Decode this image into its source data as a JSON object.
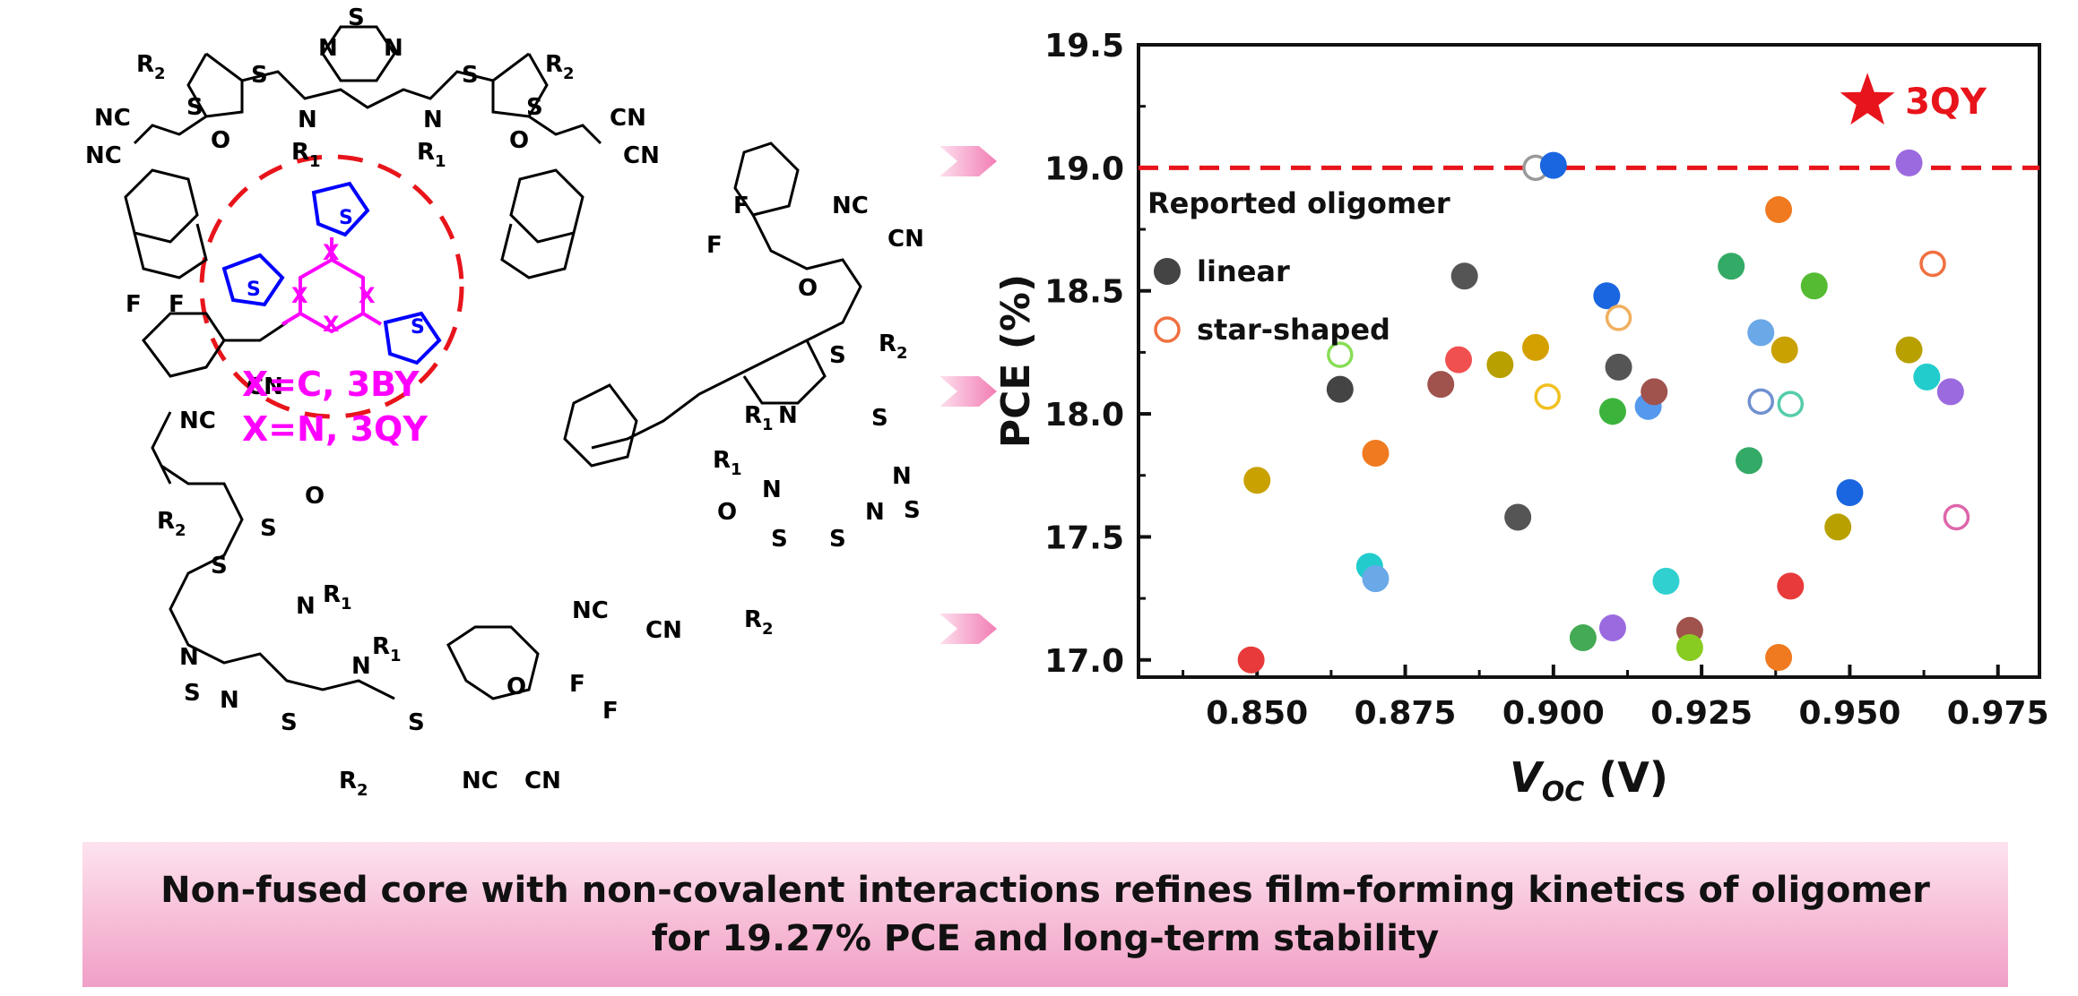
{
  "molecule": {
    "labels": {
      "S": "S",
      "N": "N",
      "R1": "R",
      "R2": "R",
      "sub1": "1",
      "sub2": "2",
      "CN": "CN",
      "NC": "NC",
      "O": "O",
      "F": "F",
      "X": "X"
    },
    "variants": [
      "X=C, 3BY",
      "X=N, 3QY"
    ],
    "colors": {
      "core": "#ff00ff",
      "thiophene": "#0000ff",
      "circle": "#e8141b",
      "bonds": "#000000"
    }
  },
  "chart_data": {
    "type": "scatter",
    "xlabel_main": "V",
    "xlabel_sub": "OC",
    "xlabel_unit": " (V)",
    "ylabel": "PCE (%)",
    "xlim": [
      0.83,
      0.982
    ],
    "ylim": [
      16.93,
      19.5
    ],
    "xticks": [
      0.85,
      0.875,
      0.9,
      0.925,
      0.95,
      0.975
    ],
    "xtick_labels": [
      "0.850",
      "0.875",
      "0.900",
      "0.925",
      "0.950",
      "0.975"
    ],
    "yticks": [
      17.0,
      17.5,
      18.0,
      18.5,
      19.0,
      19.5
    ],
    "ytick_labels": [
      "17.0",
      "17.5",
      "18.0",
      "18.5",
      "19.0",
      "19.5"
    ],
    "reference_line": {
      "y": 19.0,
      "style": "dashed",
      "color": "#e8141b"
    },
    "legend_title": "Reported oligomer",
    "legend": [
      {
        "label": "linear",
        "marker": "filled",
        "color": "#444444"
      },
      {
        "label": "star-shaped",
        "marker": "open",
        "color": "#f07040"
      }
    ],
    "highlight": {
      "label": "3QY",
      "x": 0.956,
      "y": 19.27,
      "marker": "star",
      "color": "#e8141b"
    },
    "points": [
      {
        "x": 0.849,
        "y": 17.0,
        "c": "#e83a3a",
        "filled": true
      },
      {
        "x": 0.85,
        "y": 17.73,
        "c": "#c9a100",
        "filled": true
      },
      {
        "x": 0.864,
        "y": 18.1,
        "c": "#444444",
        "filled": true
      },
      {
        "x": 0.864,
        "y": 18.24,
        "c": "#88dd55",
        "filled": false
      },
      {
        "x": 0.869,
        "y": 17.38,
        "c": "#22cccc",
        "filled": true
      },
      {
        "x": 0.87,
        "y": 17.33,
        "c": "#6aa8e8",
        "filled": true
      },
      {
        "x": 0.87,
        "y": 17.84,
        "c": "#f07a20",
        "filled": true
      },
      {
        "x": 0.881,
        "y": 18.12,
        "c": "#a0524d",
        "filled": true
      },
      {
        "x": 0.884,
        "y": 18.22,
        "c": "#f05050",
        "filled": true
      },
      {
        "x": 0.885,
        "y": 18.56,
        "c": "#555555",
        "filled": true
      },
      {
        "x": 0.891,
        "y": 18.2,
        "c": "#b8a000",
        "filled": true
      },
      {
        "x": 0.894,
        "y": 17.58,
        "c": "#555555",
        "filled": true
      },
      {
        "x": 0.897,
        "y": 18.27,
        "c": "#d4a000",
        "filled": true
      },
      {
        "x": 0.897,
        "y": 19.0,
        "c": "#999999",
        "filled": false
      },
      {
        "x": 0.899,
        "y": 18.07,
        "c": "#f0c020",
        "filled": false
      },
      {
        "x": 0.9,
        "y": 19.01,
        "c": "#1a66e0",
        "filled": true
      },
      {
        "x": 0.905,
        "y": 17.09,
        "c": "#44aa55",
        "filled": true
      },
      {
        "x": 0.909,
        "y": 18.48,
        "c": "#1a66e0",
        "filled": true
      },
      {
        "x": 0.91,
        "y": 18.01,
        "c": "#3cb43c",
        "filled": true
      },
      {
        "x": 0.91,
        "y": 17.13,
        "c": "#9b6adf",
        "filled": true
      },
      {
        "x": 0.911,
        "y": 18.19,
        "c": "#555555",
        "filled": true
      },
      {
        "x": 0.911,
        "y": 18.39,
        "c": "#f0b060",
        "filled": false
      },
      {
        "x": 0.916,
        "y": 18.03,
        "c": "#5599ee",
        "filled": true
      },
      {
        "x": 0.917,
        "y": 18.09,
        "c": "#a0524d",
        "filled": true
      },
      {
        "x": 0.919,
        "y": 17.32,
        "c": "#30d0d0",
        "filled": true
      },
      {
        "x": 0.923,
        "y": 17.12,
        "c": "#a0524d",
        "filled": true
      },
      {
        "x": 0.923,
        "y": 17.05,
        "c": "#88cc22",
        "filled": true
      },
      {
        "x": 0.93,
        "y": 18.6,
        "c": "#33aa66",
        "filled": true
      },
      {
        "x": 0.933,
        "y": 17.81,
        "c": "#33aa66",
        "filled": true
      },
      {
        "x": 0.935,
        "y": 18.33,
        "c": "#6aa8e8",
        "filled": true
      },
      {
        "x": 0.935,
        "y": 18.05,
        "c": "#7090d0",
        "filled": false
      },
      {
        "x": 0.938,
        "y": 18.83,
        "c": "#f07a20",
        "filled": true
      },
      {
        "x": 0.938,
        "y": 17.01,
        "c": "#f07a20",
        "filled": true
      },
      {
        "x": 0.939,
        "y": 18.26,
        "c": "#c9a100",
        "filled": true
      },
      {
        "x": 0.94,
        "y": 18.04,
        "c": "#55ccaa",
        "filled": false
      },
      {
        "x": 0.94,
        "y": 17.3,
        "c": "#e83a3a",
        "filled": true
      },
      {
        "x": 0.944,
        "y": 18.52,
        "c": "#55bb33",
        "filled": true
      },
      {
        "x": 0.948,
        "y": 17.54,
        "c": "#b8a000",
        "filled": true
      },
      {
        "x": 0.95,
        "y": 17.68,
        "c": "#1a66e0",
        "filled": true
      },
      {
        "x": 0.96,
        "y": 19.02,
        "c": "#9b6adf",
        "filled": true
      },
      {
        "x": 0.96,
        "y": 18.26,
        "c": "#b8a000",
        "filled": true
      },
      {
        "x": 0.963,
        "y": 18.15,
        "c": "#22cccc",
        "filled": true
      },
      {
        "x": 0.964,
        "y": 18.61,
        "c": "#f07040",
        "filled": false
      },
      {
        "x": 0.967,
        "y": 18.09,
        "c": "#9b6adf",
        "filled": true
      },
      {
        "x": 0.968,
        "y": 17.58,
        "c": "#dd66aa",
        "filled": false
      }
    ]
  },
  "banner": {
    "line1": "Non-fused core with non-covalent interactions refines film-forming kinetics of oligomer",
    "line2": "for 19.27% PCE and long-term stability"
  }
}
